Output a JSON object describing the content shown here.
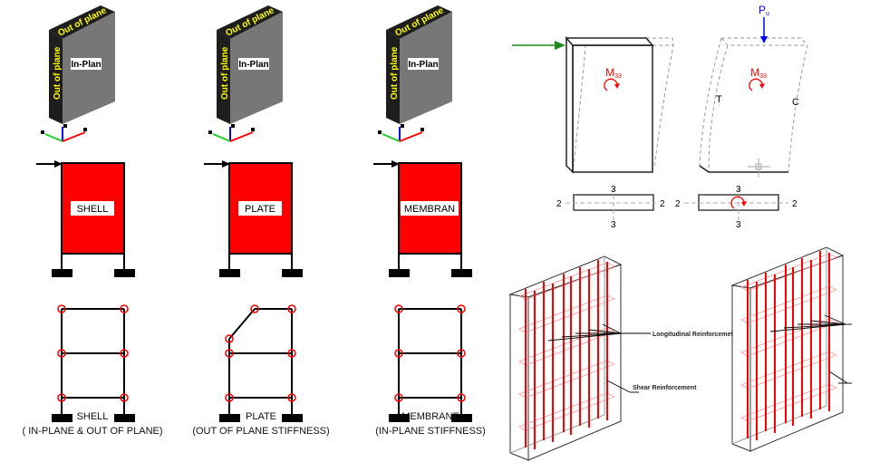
{
  "panels": [
    {
      "id": "shell",
      "box_label": "SHELL",
      "caption_1": "SHELL",
      "caption_2": "( IN-PLANE & OUT OF PLANE)"
    },
    {
      "id": "plate",
      "box_label": "PLATE",
      "caption_1": "PLATE",
      "caption_2": "(OUT OF PLANE STIFFNESS)"
    },
    {
      "id": "membrane",
      "box_label": "MEMBRAN",
      "caption_1": "MEMBRANE",
      "caption_2": "(IN-PLANE STIFFNESS)"
    }
  ],
  "block_labels": {
    "out_of_plane": "Out of plane",
    "in_plan": "In-Plan"
  },
  "moment": {
    "label": "M",
    "sub": "33"
  },
  "axial_load": {
    "label": "P",
    "sub": "u"
  },
  "tension_label": "T",
  "compression_label": "C",
  "section_axes": {
    "axis_2": "2",
    "axis_3": "3"
  },
  "reinforcement": {
    "longitudinal": "Longitudinal Reinforcemet",
    "shear": "Shear Reinforcement"
  },
  "colors": {
    "red": "#ff0000",
    "green": "#1a8a1a",
    "blue": "#0000ff",
    "yellow": "#ffff00",
    "gray": "#777777"
  }
}
